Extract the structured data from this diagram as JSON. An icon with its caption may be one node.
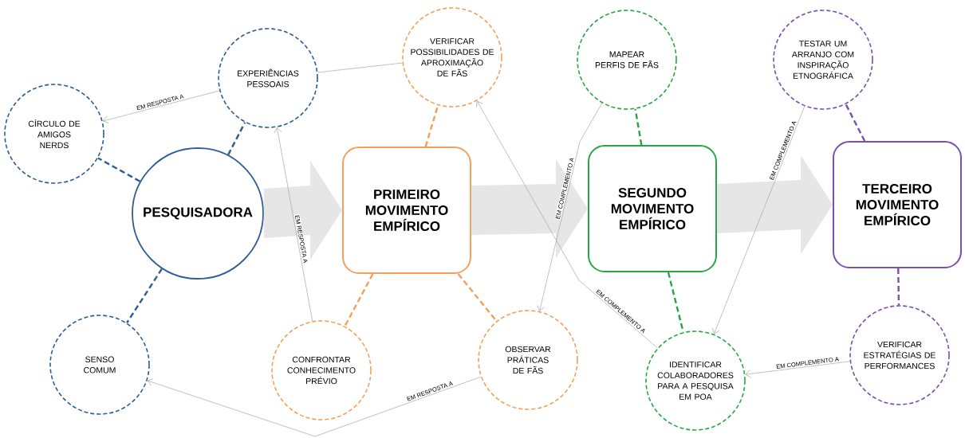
{
  "diagram": {
    "nodes": [
      {
        "text": [
          "PESQUISADORA"
        ]
      },
      {
        "text": [
          "CÍRCULO DE AMIGOS NERDS"
        ]
      },
      {
        "text": [
          "EXPERIÊNCIAS PESSOAIS"
        ]
      },
      {
        "text": [
          "SENSO COMUM"
        ]
      },
      {
        "text": [
          "PRIMEIRO MOVIMENTO EMPÍRICO"
        ]
      },
      {
        "text": [
          "VERIFICAR POSSIBILIDADES DE APROXIMAÇÃO DE FÃS"
        ]
      },
      {
        "text": [
          "CONFRONTAR CONHECIMENTO PRÉVIO"
        ]
      },
      {
        "text": [
          "OBSERVAR PRÁTICAS DE FÃS"
        ]
      },
      {
        "text": [
          "SEGUNDO MOVIMENTO EMPÍRICO"
        ]
      },
      {
        "text": [
          "MAPEAR PERFIS DE FÃS"
        ]
      },
      {
        "text": [
          "IDENTIFICAR COLABORADORES PARA A PESQUISA EM POA"
        ]
      },
      {
        "text": [
          "TERCEIRO MOVIMENTO EMPÍRICO"
        ]
      },
      {
        "text": [
          "TESTAR UM ARRANJO COM INSPIRAÇÃO ETNOGRÁFICA"
        ]
      },
      {
        "text": [
          "VERIFICAR ESTRATÉGIAS DE PERFORMANCES"
        ]
      }
    ],
    "edges": [
      {
        "from": 0,
        "to": 4,
        "arrow": "to",
        "style": "thick",
        "color": "#e6e6e6"
      },
      {
        "from": 4,
        "to": 8,
        "arrow": "to",
        "style": "thick",
        "color": "#e6e6e6"
      },
      {
        "from": 8,
        "to": 11,
        "arrow": "to",
        "style": "thick",
        "color": "#e6e6e6"
      },
      {
        "from": 0,
        "to": 1,
        "arrow": "none",
        "style": "dashed",
        "color": "#2e5d96"
      },
      {
        "from": 0,
        "to": 2,
        "arrow": "none",
        "style": "dashed",
        "color": "#2e5d96"
      },
      {
        "from": 0,
        "to": 3,
        "arrow": "none",
        "style": "dashed",
        "color": "#2e5d96"
      },
      {
        "from": 4,
        "to": 5,
        "arrow": "none",
        "style": "dashed",
        "color": "#f5a05a"
      },
      {
        "from": 4,
        "to": 6,
        "arrow": "none",
        "style": "dashed",
        "color": "#f5a05a"
      },
      {
        "from": 4,
        "to": 7,
        "arrow": "none",
        "style": "dashed",
        "color": "#f5a05a"
      },
      {
        "from": 8,
        "to": 9,
        "arrow": "none",
        "style": "dashed",
        "color": "#27a744"
      },
      {
        "from": 8,
        "to": 10,
        "arrow": "none",
        "style": "dashed",
        "color": "#27a744"
      },
      {
        "from": 11,
        "to": 12,
        "arrow": "none",
        "style": "dashed",
        "color": "#7a4fb0"
      },
      {
        "from": 11,
        "to": 13,
        "arrow": "none",
        "style": "dashed",
        "color": "#7a4fb0"
      },
      {
        "from": 5,
        "to": 2,
        "arrow": "none"
      },
      {
        "from": 2,
        "to": 1,
        "arrow": "to",
        "label": "EM RESPOSTA A"
      },
      {
        "from": 6,
        "to": 2,
        "arrow": "to",
        "label": "EM RESPOSTA A"
      },
      {
        "from": 7,
        "to": 3,
        "arrow": "to",
        "label": "EM RESPOSTA A"
      },
      {
        "from": 10,
        "to": 5,
        "arrow": "to",
        "label": "EM COMPLEMENTO A"
      },
      {
        "from": 9,
        "to": 7,
        "arrow": "to",
        "label": "EM COMPLEMENTO A"
      },
      {
        "from": 12,
        "to": 10,
        "arrow": "to",
        "label": "EM COMPLEMENTO A"
      },
      {
        "from": 13,
        "to": 10,
        "arrow": "to",
        "label": "EM COMPLEMENTO A"
      }
    ]
  }
}
